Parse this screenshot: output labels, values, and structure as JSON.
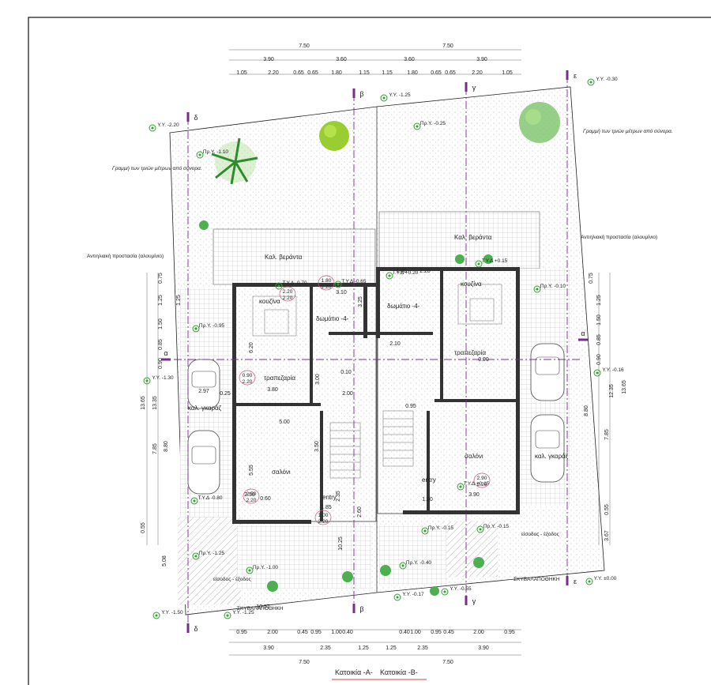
{
  "top_dimensions": {
    "row1": [
      "7.50",
      "7.50"
    ],
    "row2": [
      "3.90",
      "3.60",
      "3.60",
      "3.90"
    ],
    "row3": [
      "1.05",
      "2.20",
      "0.65",
      "0.65",
      "1.80",
      "1.15",
      "1.15",
      "1.80",
      "0.65",
      "0.65",
      "2.20",
      "1.05"
    ]
  },
  "bottom_dimensions": {
    "row1": [
      "0.95",
      "2.00",
      "0.45",
      "0.95",
      "1.00",
      "0.40",
      "0.40",
      "1.00",
      "0.95",
      "0.45",
      "2.00",
      "0.95"
    ],
    "row2": [
      "3.90",
      "2.35",
      "1.25",
      "1.25",
      "2.35",
      "3.90"
    ],
    "row3": [
      "7.50",
      "7.50"
    ]
  },
  "left_dimensions": [
    "0.75",
    "1.25",
    "1.50",
    "0.85",
    "0.90",
    "13.65",
    "13.35",
    "7.85",
    "8.80",
    "0.55",
    "5.08"
  ],
  "right_dimensions": [
    "0.75",
    "1.25",
    "1.50",
    "0.85",
    "0.90",
    "13.65",
    "12.35",
    "7.85",
    "8.80",
    "0.55",
    "3.67"
  ],
  "axes": [
    "α",
    "β",
    "γ",
    "δ",
    "ε"
  ],
  "levels": [
    "Υ.Υ. -2.20",
    "Υ.Υ. -1.25",
    "Υ.Υ. -0.30",
    "Πρ.Υ. -0.25",
    "Πρ.Υ. -1.10",
    "Πρ.Υ. -0.95",
    "Υ.Υ. -1.30",
    "Τ.Υ.Δ -0.70",
    "Τ.Υ.Δ -0.65",
    "Τ.Υ.Δ +0.20",
    "Τ.Υ.Δ +0.15",
    "Πρ.Υ. -0.10",
    "Υ.Υ. -0.16",
    "Τ.Υ.Δ -0.80",
    "Τ.Υ.Δ +0.15",
    "Πρ.Υ. -1.25",
    "Πρ.Υ. -1.00",
    "Υ.Υ. -1.50",
    "Υ.Υ. -1.25",
    "Υ.Υ. ±0.00",
    "Πρ.Υ. -0.15",
    "Πρ.Υ. -0.40",
    "Υ.Υ. -0.55",
    "Υ.Υ. -0.17",
    "Πρ.Υ. -0.15"
  ],
  "rooms": {
    "kitchen_a": "κουζίνα",
    "kitchen_b": "κουζίνα",
    "room_a": "δωμάτιο -4-",
    "room_b": "δωμάτιο -4-",
    "dining_a": "τραπεζαρία",
    "dining_b": "τραπεζαρία",
    "living_a": "σαλόνι",
    "living_b": "σαλόνι",
    "veranda_a": "Καλ. βεράντα",
    "veranda_b": "Καλ. βεράντα",
    "parking_a": "καλ. γκαράζ",
    "parking_b": "καλ. γκαράζ",
    "entry_a": "entry",
    "entry_b": "entry",
    "gate_a": "είσοδος - έξοδος",
    "gate_b": "είσοδος - έξοδος",
    "bins_a": "ΣΚΥΒΑΛΑΠΟΘΗΚΗ",
    "bins_b": "ΣΚΥΒΑΛΑΠΟΘΗΚΗ"
  },
  "notes": {
    "sun_a": "Αντιηλιακή προστασία (αλουμίνιο)",
    "sun_b": "Αντιηλιακή προστασία (αλουμίνιο)",
    "line3m_a": "Γραμμή των τριών μέτρων από σύνορα.",
    "line3m_b": "Γραμμή των τριών μέτρων από σύνορα."
  },
  "room_dims": {
    "k1": "6.20",
    "k2": "3.10",
    "k3": "3.25",
    "k4": "3.80",
    "k5": "5.00",
    "k6": "5.55",
    "k7": "3.50",
    "k8": "3.90",
    "k9": "2.97",
    "k10": "10.57",
    "k11": "2.35",
    "k12": "1.85",
    "k13": "0.60",
    "k14": "2.50",
    "k15": "1.00",
    "k16": "2.10",
    "k17": "3.00",
    "k18": "0.25",
    "k19": "1.80",
    "k20": "2.20",
    "k21": "0.90",
    "k22": "0.10",
    "k23": "1.25",
    "k24": "2.00",
    "k25": "0.95",
    "k26": "2.60",
    "k27": "10.25"
  },
  "window_tags": {
    "w1": "2.20",
    "w1b": "2.20",
    "w2": "1.80",
    "w2b": "2.20",
    "w3": "0.90",
    "w3b": "2.20",
    "w4": "2.50",
    "w4b": "2.20",
    "w5": "1.00",
    "w5b": "2.20",
    "w6": "2.90",
    "w6b": "2.20"
  },
  "titles": {
    "a": "Κατοικία -Α-",
    "b": "Κατοικία -Β-"
  },
  "colors": {
    "axis": "#7a2c8c",
    "level_marker": "#2ca02c",
    "window_tag": "#c8557a",
    "wall": "#333333"
  }
}
